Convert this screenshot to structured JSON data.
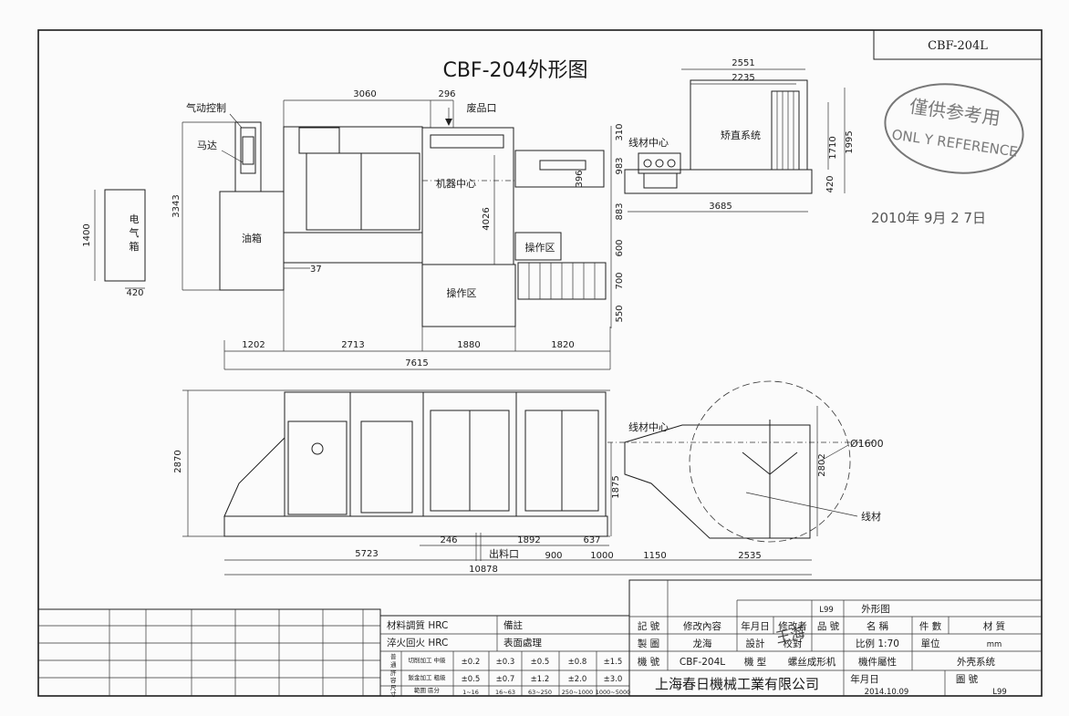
{
  "drawing": {
    "title": "CBF-204外形图",
    "code": "CBF-204L",
    "stamp_line1": "僅供参考用",
    "stamp_line2": "ONL Y REFERENCE",
    "date_stamp": "2010年 9月 2 7日"
  },
  "top_view": {
    "labels": {
      "pneumatic": "气动控制",
      "motor": "马达",
      "electric_box": "电气箱",
      "oil_tank": "油箱",
      "machine_center": "机器中心",
      "waste_outlet": "废品口",
      "operation_area_1": "操作区",
      "operation_area_2": "操作区",
      "wire_center": "线材中心",
      "straightening": "矫直系统"
    },
    "dims": {
      "d3060": "3060",
      "d296": "296",
      "d310": "310",
      "d983": "983",
      "d883": "883",
      "d600": "600",
      "d700": "700",
      "d550": "550",
      "d3343": "3343",
      "d4026": "4026",
      "d1400": "1400",
      "d420a": "420",
      "d37": "37",
      "d396": "396",
      "d1202": "1202",
      "d2713": "2713",
      "d1880": "1880",
      "d1820": "1820",
      "d7615": "7615",
      "d2551": "2551",
      "d2235": "2235",
      "d1710": "1710",
      "d1995": "1995",
      "d420b": "420",
      "d3685": "3685"
    }
  },
  "front_view": {
    "labels": {
      "wire_center": "线材中心",
      "outlet": "出料口",
      "wire": "线材",
      "diameter": "Ø1600"
    },
    "dims": {
      "d2870": "2870",
      "d1875": "1875",
      "d2802": "2802",
      "d246": "246",
      "d1892": "1892",
      "d637": "637",
      "d5723": "5723",
      "d900": "900",
      "d1000": "1000",
      "d1150": "1150",
      "d2535": "2535",
      "d10878": "10878"
    }
  },
  "title_block": {
    "material": "材料調質 HRC",
    "quench": "淬火回火 HRC",
    "remark": "備註",
    "surface": "表面處理",
    "tolerance_label": [
      "普",
      "通",
      "許",
      "容",
      "尺",
      "寸"
    ],
    "cut_fine": "切削加工 中級",
    "sheet_coarse": "鈑金加工 粗級",
    "ranges_label": "範圍 區分",
    "tol_fine": [
      "±0.2",
      "±0.3",
      "±0.5",
      "±0.8",
      "±1.5"
    ],
    "tol_coarse": [
      "±0.5",
      "±0.7",
      "±1.2",
      "±2.0",
      "±3.0"
    ],
    "ranges": [
      "1~16",
      "16~63",
      "63~250",
      "250~1000",
      "1000~5000"
    ],
    "rev_sheet": "L99",
    "rev_sheet_name": "外形图",
    "mark": "記 號",
    "change_content": "修改內容",
    "ymd": "年月日",
    "modifier": "修改者",
    "item_no": "品 號",
    "name_label": "名 稱",
    "quantity": "件 數",
    "material_q": "材 質",
    "drawn": "製 圖",
    "drawn_by": "龙海",
    "design": "設計",
    "check": "校對",
    "scale": "比例 1:70",
    "unit": "單位",
    "unit_value": "mm",
    "model_no_label": "機 號",
    "model_no": "CBF-204L",
    "model_label": "機 型",
    "model": "螺丝成形机",
    "part_attr": "機件屬性",
    "part_attr_value": "外壳系统",
    "company": "上海春日機械工業有限公司",
    "date_label": "年月日",
    "date_value": "2014.10.09",
    "drawing_no_label": "圖 號",
    "drawing_no": "L99",
    "signature": "王海"
  }
}
